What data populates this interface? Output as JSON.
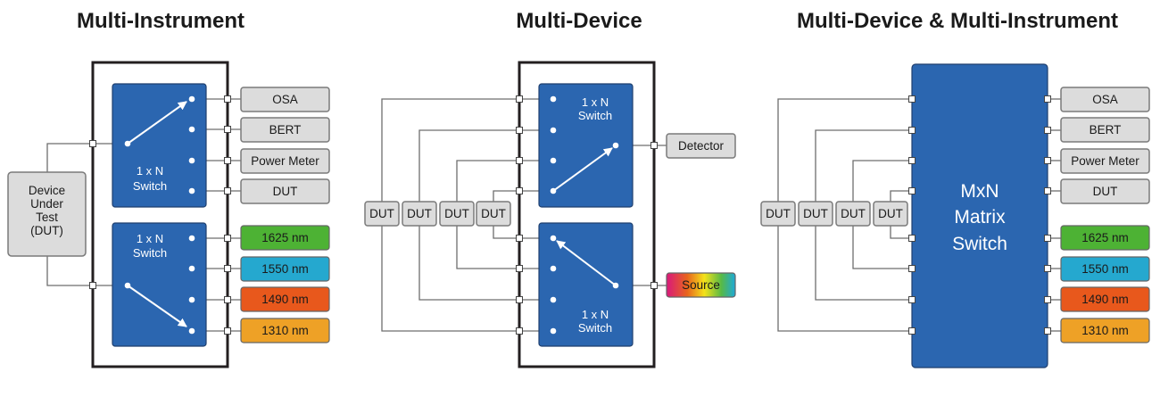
{
  "titles": {
    "left": "Multi-Instrument",
    "middle": "Multi-Device",
    "right": "Multi-Device & Multi-Instrument"
  },
  "switch_label": [
    "1 x N",
    "Switch"
  ],
  "matrix_label": [
    "MxN",
    "Matrix",
    "Switch"
  ],
  "dut_device": [
    "Device",
    "Under",
    "Test",
    "(DUT)"
  ],
  "instruments": [
    "OSA",
    "BERT",
    "Power Meter",
    "DUT"
  ],
  "sources": [
    {
      "label": "1625 nm",
      "color": "#4db234"
    },
    {
      "label": "1550 nm",
      "color": "#25a8cf"
    },
    {
      "label": "1490 nm",
      "color": "#e8581c"
    },
    {
      "label": "1310 nm",
      "color": "#eea126"
    }
  ],
  "dut_label": "DUT",
  "detector_label": "Detector",
  "source_label": "Source",
  "colors": {
    "switch_blue": "#2b66b0",
    "frame": "#231f20",
    "box_grey": "#dcdcdc"
  }
}
